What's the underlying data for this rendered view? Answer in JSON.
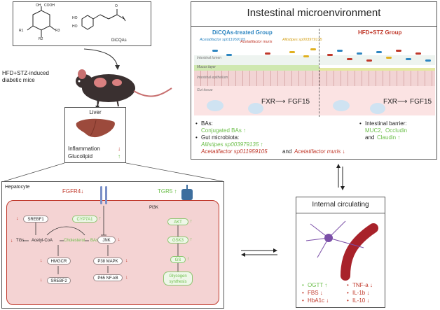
{
  "structure": {
    "compound_label": "DiCQAs",
    "atoms": {
      "oh": "OH",
      "cooh": "COOH",
      "r1": "R1",
      "r2": "R2",
      "r3": "R3",
      "ho1": "HO",
      "ho2": "HO",
      "o": "O"
    }
  },
  "mice": {
    "label_line1": "HFD+STZ-induced",
    "label_line2": "diabetic mice"
  },
  "liver": {
    "title": "Liver",
    "line1": "Inflammation",
    "line2": "Glucolipid",
    "arrow_down": "↓",
    "arrow_up": "↑"
  },
  "micro": {
    "title": "Instestinal microenvironment",
    "left_group": "DiCQAs-treated Group",
    "right_group": "HFD+STZ Group",
    "bact1": "Acetatifactor sp011959105",
    "bact2": "Acetatifactor muris",
    "bact3": "Allistipes sp003979135",
    "layer_lumen": "Intestinal lumen",
    "layer_mucus": "Mucus layer",
    "layer_epi": "Intestinal epithelium",
    "layer_gut": "Gut tissue",
    "fxr_left": "FXR",
    "fgf_left": "FGF15",
    "fxr_right": "FXR",
    "fgf_right": "FGF15"
  },
  "summary": {
    "bas_label": "BAs:",
    "bas_value": "Conjugated BAs ↑",
    "gut_label": "Gut microbiota:",
    "gut_value1": "Allistipes sp003979135 ↑",
    "gut_value2a": "Acetatifactor sp011959105",
    "gut_and": "and",
    "gut_value2b": "Acetatifactor muris ↓",
    "barrier_label": "Intestinal barrier:",
    "barrier_v1": "MUC2,",
    "barrier_v2": "Occludin",
    "barrier_and": "and",
    "barrier_v3": "Claudin ↑"
  },
  "hepatocyte": {
    "title": "Hepatocyte",
    "fgfr4": "FGFR4↓",
    "tgr5": "TGR5 ↑",
    "pi3k": "PI3K",
    "srebf1": "SREBF1",
    "cyp7a1": "CYP7A1",
    "tgs": "TGs",
    "acetyl": "Acetyl-CoA",
    "chol": "Cholesterol",
    "bas": "BAs",
    "hmgcr": "HMGCR",
    "srebf2": "SREBF2",
    "jnk": "JNK",
    "p38": "P38 MAPK",
    "p65": "P65 NF-kB",
    "akt": "AKT",
    "gsk3": "GSK3",
    "gs": "GS",
    "glyco1": "Glycogen",
    "glyco2": "synthesis",
    "up": "↑",
    "down": "↓"
  },
  "circ": {
    "title": "Internal circulating",
    "ogtt": "OGTT ↑",
    "fbs": "FBS ↓",
    "hba1c": "HbA1c ↓",
    "tnfa": "TNF-a ↓",
    "il1b": "IL-1b ↓",
    "il10": "IL-10 ↓"
  },
  "colors": {
    "green": "#6cbf4a",
    "red": "#c0392b",
    "cell_bg": "#f6d6d6",
    "cell_border": "#c0392b",
    "tissue": "#f9dede",
    "lumen": "#eaf3f8"
  }
}
